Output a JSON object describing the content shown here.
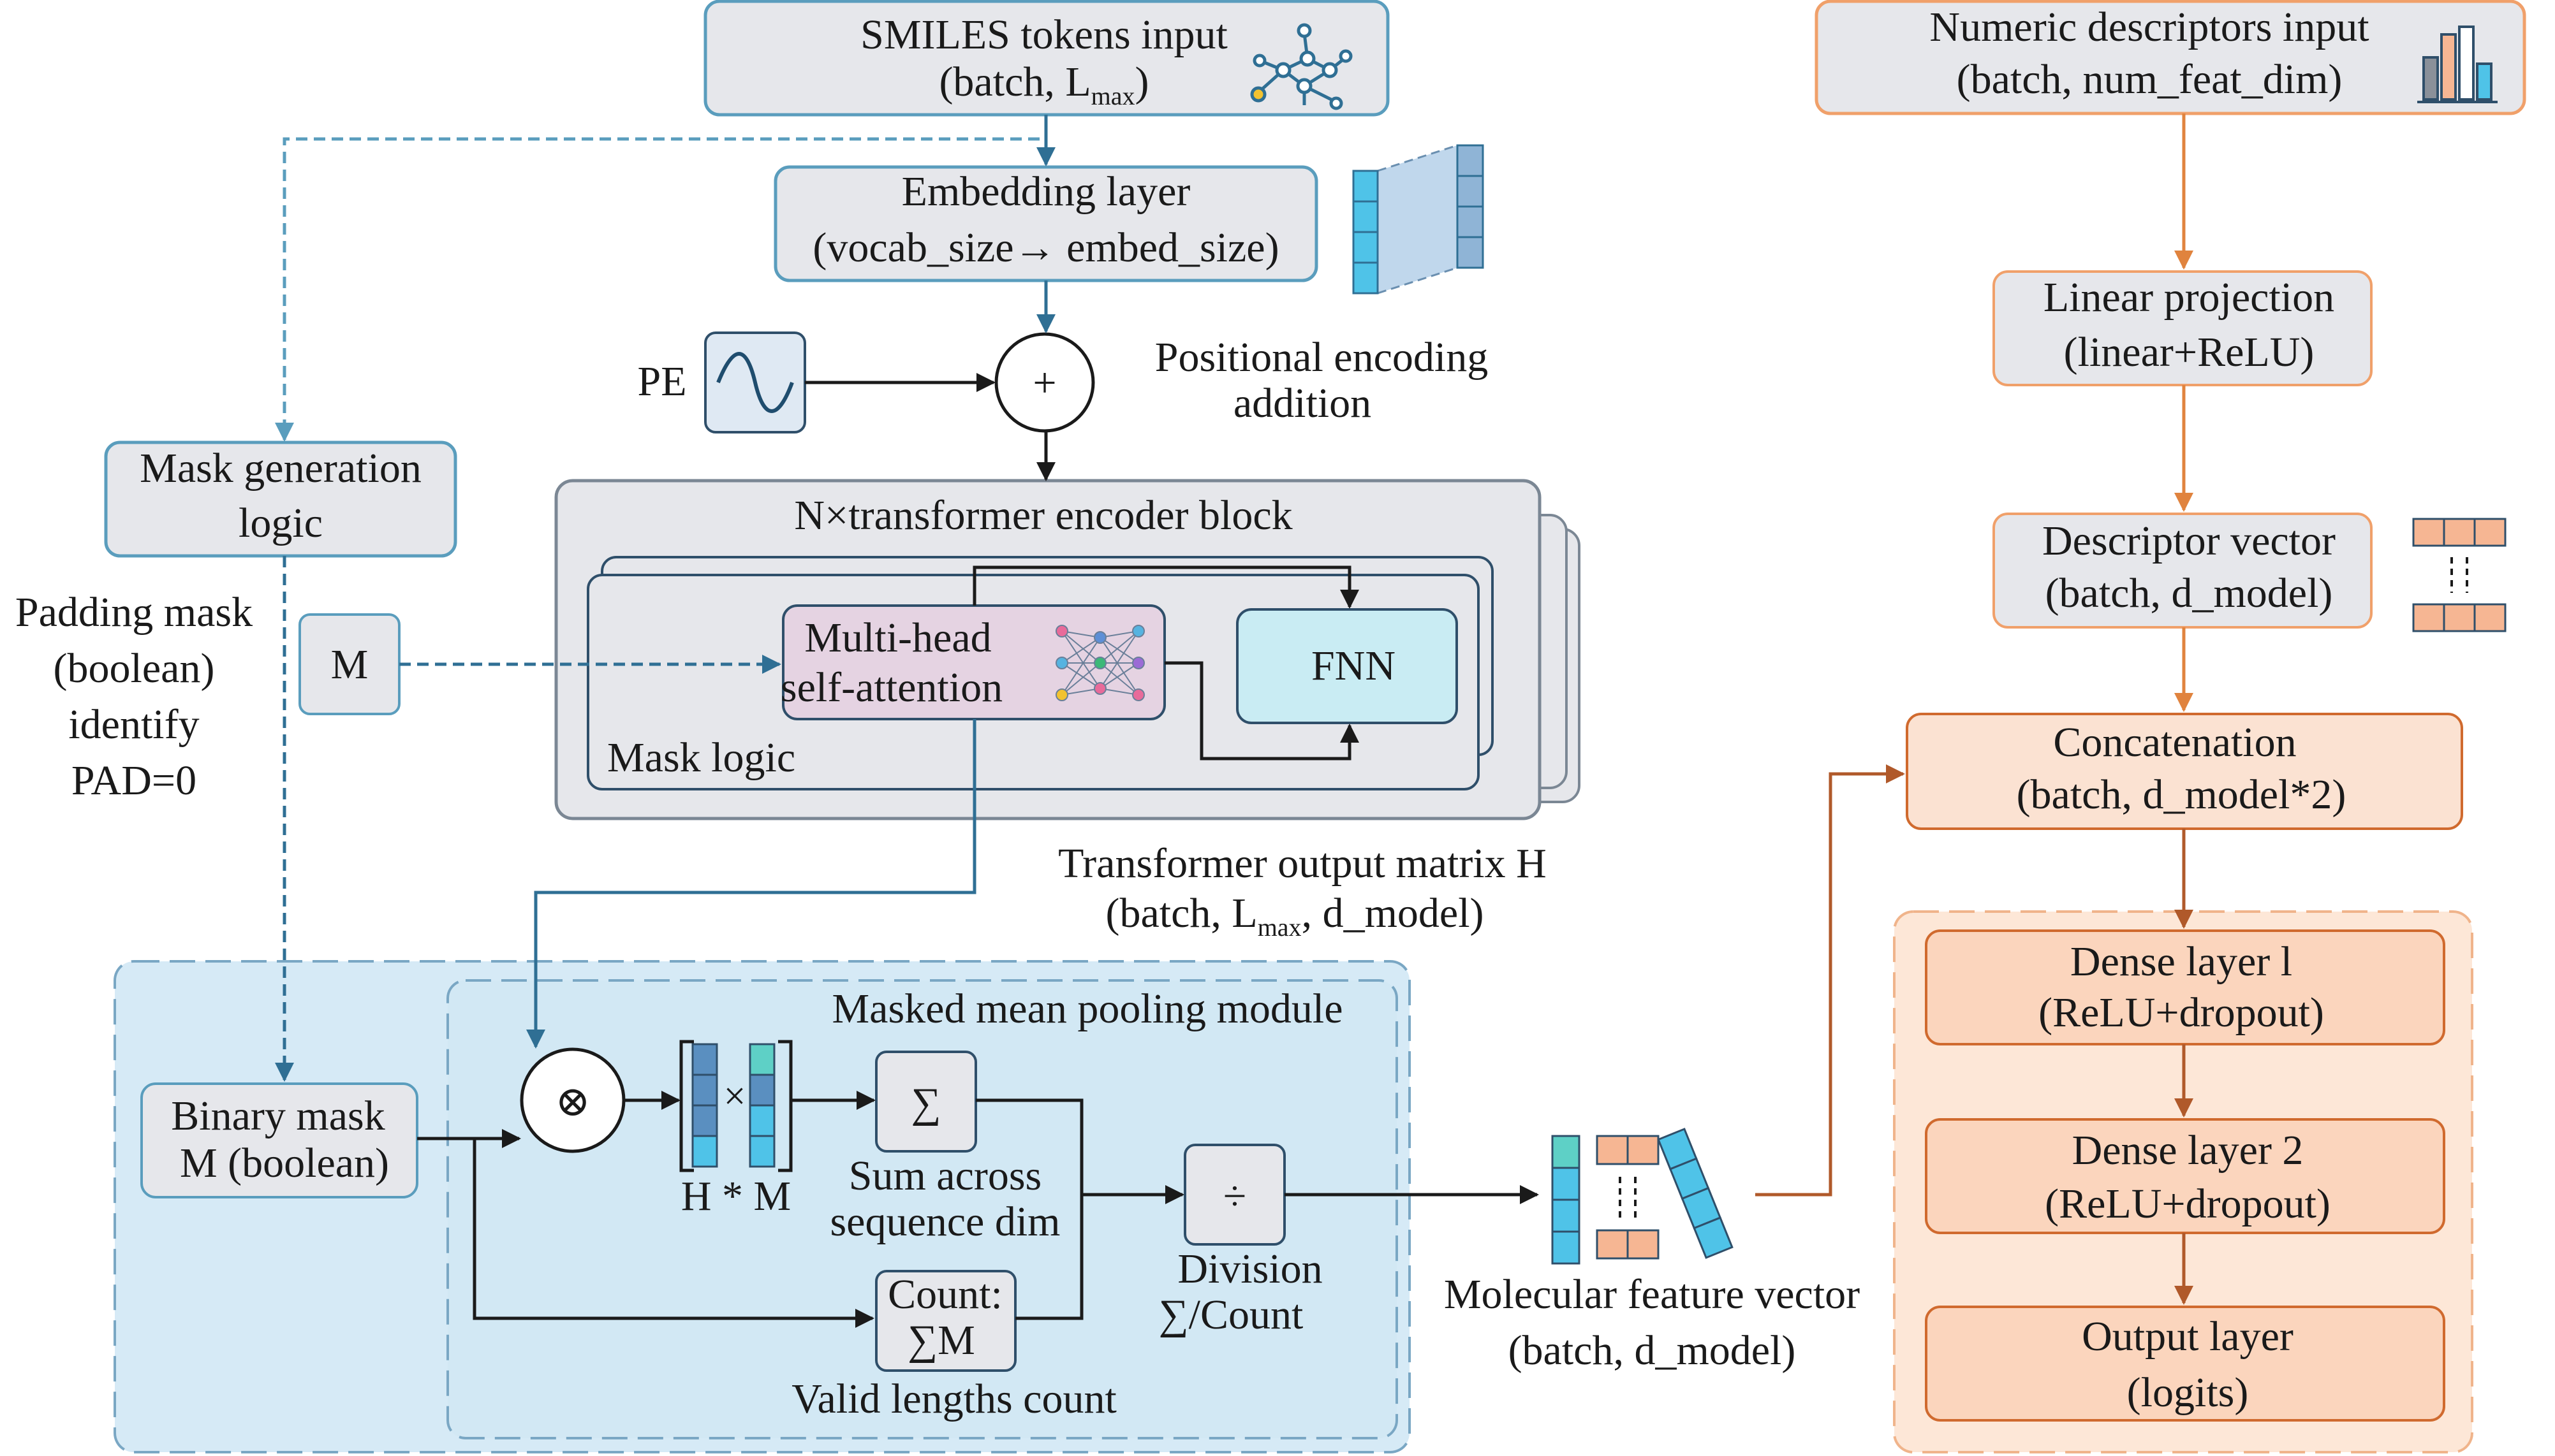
{
  "smiles_input": {
    "line1": "SMILES tokens input",
    "line2_prefix": "(batch, L",
    "line2_sub": "max",
    "line2_suffix": ")"
  },
  "embedding": {
    "line1": "Embedding layer",
    "line2": "(vocab_size→ embed_size)"
  },
  "pe": {
    "label": "PE"
  },
  "add": {
    "symbol": "+"
  },
  "positional": {
    "line1": "Positional encoding",
    "line2": "addition"
  },
  "mask_gen": {
    "line1": "Mask generation",
    "line2": "logic"
  },
  "padding": {
    "line1": "Padding mask",
    "line2": "(boolean)",
    "line3": "identify",
    "line4": "PAD=0"
  },
  "m_box": {
    "label": "M"
  },
  "encoder": {
    "title": "N×transformer encoder block",
    "mha_line1": "Multi-head",
    "mha_line2": "self-attention",
    "fnn": "FNN",
    "mask_logic": "Mask logic"
  },
  "transformer_output": {
    "line1": "Transformer output matrix H",
    "line2_prefix": "(batch, L",
    "line2_sub": "max",
    "line2_suffix": ", d_model)"
  },
  "pooling": {
    "title": "Masked mean pooling module",
    "otimes": "⊗",
    "times": "×",
    "hm_label": "H * M",
    "sum_symbol": "∑",
    "sum_line1": "Sum across",
    "sum_line2": "sequence dim",
    "div_symbol": "÷",
    "div_line1": "Division",
    "div_line2": "∑/Count",
    "count_line1": "Count:",
    "count_line2": "∑M",
    "valid": "Valid lengths count"
  },
  "binary_mask": {
    "line1": "Binary mask",
    "line2": "M (boolean)"
  },
  "mol_feature": {
    "line1": "Molecular feature vector",
    "line2": "(batch, d_model)"
  },
  "numeric_input": {
    "line1": "Numeric descriptors input",
    "line2": "(batch, num_feat_dim)"
  },
  "linear_proj": {
    "line1": "Linear projection",
    "line2": "(linear+ReLU)"
  },
  "descriptor_vec": {
    "line1": "Descriptor vector",
    "line2": "(batch, d_model)"
  },
  "concat": {
    "line1": "Concatenation",
    "line2": "(batch, d_model*2)"
  },
  "dense1": {
    "line1": "Dense layer l",
    "line2": "(ReLU+dropout)"
  },
  "dense2": {
    "line1": "Dense layer 2",
    "line2": "(ReLU+dropout)"
  },
  "output": {
    "line1": "Output layer",
    "line2": "(logits)"
  },
  "icons": [
    "molecule-graph-icon",
    "embedding-tensor-icon",
    "sine-wave-icon",
    "neural-network-icon",
    "bar-chart-icon",
    "descriptor-vector-icon",
    "feature-vector-icon"
  ],
  "colors": {
    "blue_arrow": "#2f6f94",
    "orange_arrow": "#e0833e",
    "brown_arrow": "#b0592a",
    "grey_box": "#e6e7eb",
    "pink_box": "#e5d3e2",
    "cyan_box": "#c9ecf3",
    "pooling_bg": "#d6eaf6",
    "orange_box": "#fbe2d2",
    "orange_region": "#fde7d7"
  }
}
